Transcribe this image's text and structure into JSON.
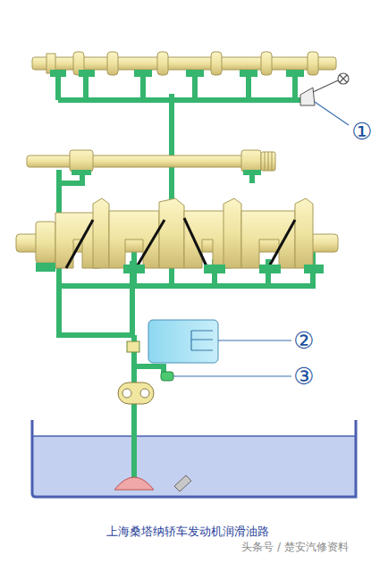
{
  "diagram": {
    "caption": "上海桑塔纳轿车发动机润滑油路",
    "labels": [
      "①",
      "②",
      "③",
      "头条号 / 楚安汽修资料"
    ]
  }
}
